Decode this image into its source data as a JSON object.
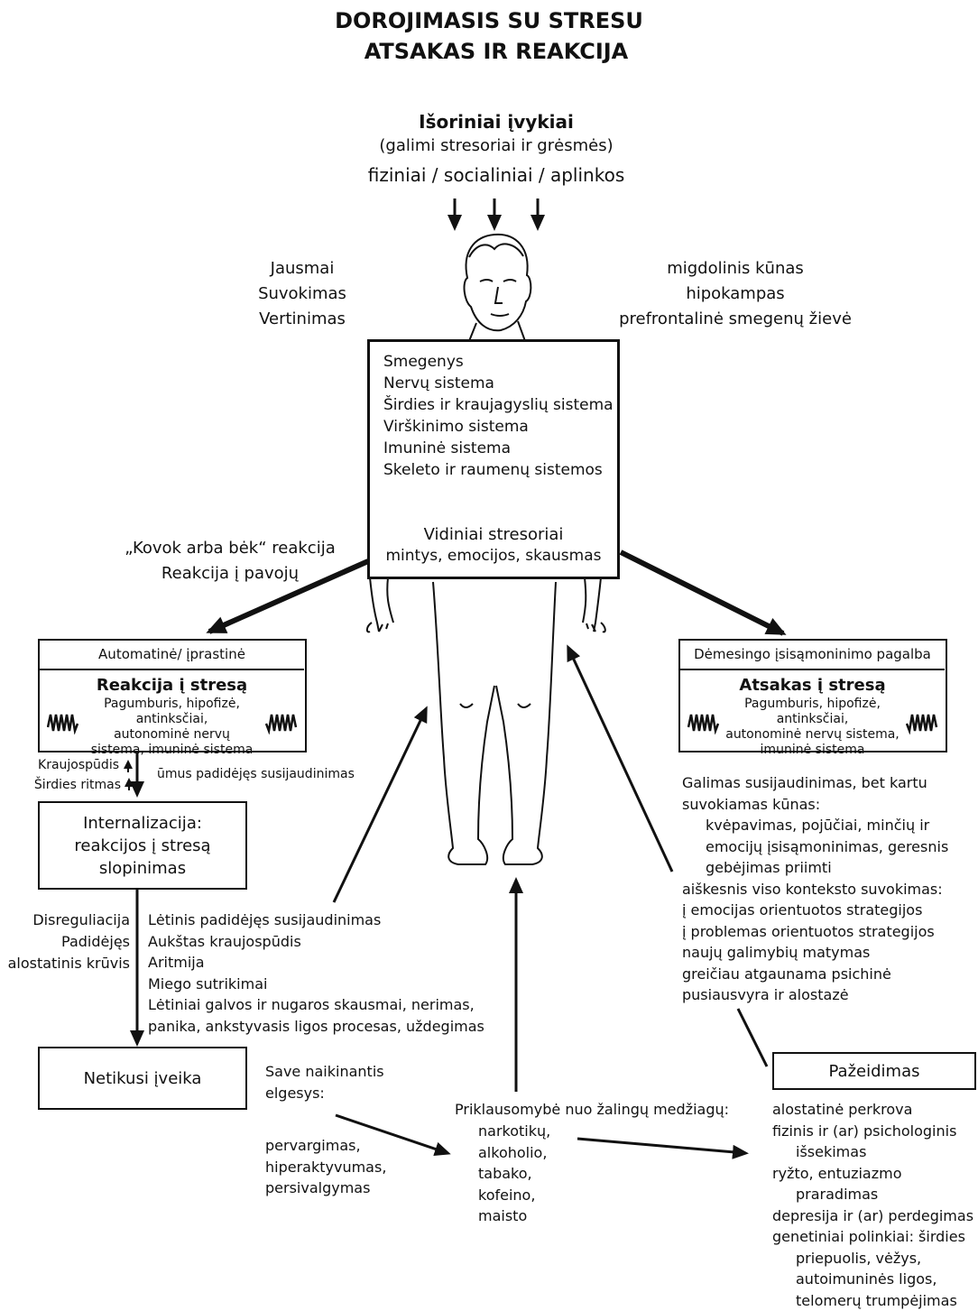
{
  "title": {
    "line1": "DOROJIMASIS SU STRESU",
    "line2": "ATSAKAS IR REAKCIJA"
  },
  "external": {
    "heading": "Išoriniai įvykiai",
    "sub": "(galimi stresoriai ir grėsmės)",
    "types": "fiziniai / socialiniai / aplinkos"
  },
  "left_labels": [
    "Jausmai",
    "Suvokimas",
    "Vertinimas"
  ],
  "right_labels": [
    "migdolinis kūnas",
    "hipokampas",
    "prefrontalinė smegenų žievė"
  ],
  "center_box": {
    "systems": [
      "Smegenys",
      "Nervų sistema",
      "Širdies ir kraujagyslių sistema",
      "Virškinimo sistema",
      "Imuninė sistema",
      "Skeleto ir raumenų sistemos"
    ],
    "internal_title": "Vidiniai stresoriai",
    "internal_sub": "mintys, emocijos, skausmas"
  },
  "fight_flight": [
    "„Kovok arba bėk“ reakcija",
    "Reakcija į pavojų"
  ],
  "reaction_box": {
    "header": "Automatinė/ įprastinė",
    "title": "Reakcija į stresą",
    "body": [
      "Pagumburis, hipofizė, antinksčiai,",
      "autonominė nervų",
      "sistema, imuninė sistema"
    ]
  },
  "response_box": {
    "header": "Dėmesingo įsisąmoninimo pagalba",
    "title": "Atsakas į stresą",
    "body": [
      "Pagumburis, hipofizė, antinksčiai,",
      "autonominė nervų sistema,",
      "imuninė sistema"
    ]
  },
  "vitals": {
    "blood_pressure": "Kraujospūdis",
    "heart_rate": "Širdies ritmas",
    "arousal": "ūmus padidėjęs susijaudinimas"
  },
  "internalization_box": [
    "Internalizacija:",
    "reakcijos į stresą",
    "slopinimas"
  ],
  "dysregulation": [
    "Disreguliacija",
    "Padidėjęs",
    "alostatinis krūvis"
  ],
  "chronic_effects": [
    "Lėtinis padidėjęs susijaudinimas",
    "Aukštas kraujospūdis",
    "Aritmija",
    "Miego sutrikimai",
    "Lėtiniai galvos ir nugaros skausmai, nerimas,",
    "panika, ankstyvasis ligos procesas, uždegimas"
  ],
  "mindful_effects": {
    "intro": [
      "Galimas susijaudinimas, bet kartu",
      "suvokiamas kūnas:"
    ],
    "indented": [
      "kvėpavimas, pojūčiai, minčių ir",
      "emocijų įsisąmoninimas, geresnis",
      "gebėjimas priimti"
    ],
    "rest": [
      "aiškesnis viso konteksto suvokimas:",
      "į emocijas orientuotos strategijos",
      "į problemas orientuotos strategijos",
      "naujų galimybių matymas",
      "greičiau atgaunama psichinė",
      "pusiausvyra ir alostazė"
    ]
  },
  "maladaptive_box": "Netikusi įveika",
  "self_destructive": {
    "heading": [
      "Save naikinantis",
      "elgesys:"
    ],
    "items": [
      "pervargimas,",
      "hiperaktyvumas,",
      "persivalgymas"
    ]
  },
  "addiction": {
    "heading": "Priklausomybė nuo žalingų medžiagų:",
    "items": [
      "narkotikų,",
      "alkoholio,",
      "tabako,",
      "kofeino,",
      "maisto"
    ]
  },
  "damage_box": "Pažeidimas",
  "damage_items": [
    {
      "text": "alostatinė perkrova",
      "indent": false
    },
    {
      "text": "fizinis ir (ar) psichologinis",
      "indent": false
    },
    {
      "text": "išsekimas",
      "indent": true
    },
    {
      "text": "ryžto, entuziazmo",
      "indent": false
    },
    {
      "text": "praradimas",
      "indent": true
    },
    {
      "text": "depresija ir (ar) perdegimas",
      "indent": false
    },
    {
      "text": "genetiniai polinkiai: širdies",
      "indent": false
    },
    {
      "text": "priepuolis, vėžys,",
      "indent": true
    },
    {
      "text": "autoimuninės ligos,",
      "indent": true
    },
    {
      "text": "telomerų trumpėjimas",
      "indent": true
    }
  ]
}
